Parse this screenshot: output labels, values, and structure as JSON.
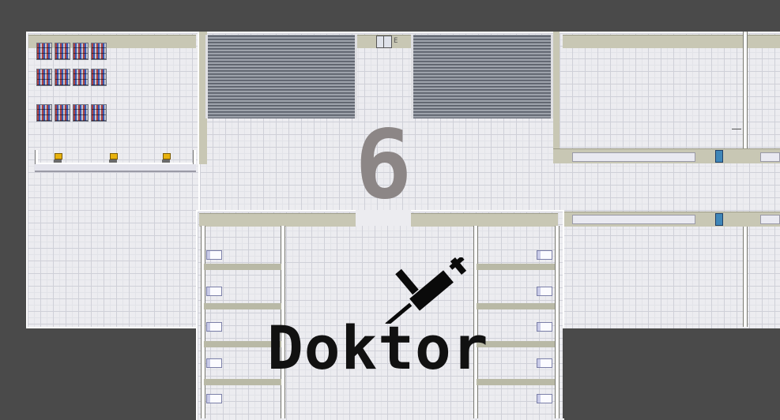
{
  "map": {
    "room_number": "6",
    "room_label": "Doktor",
    "door_sign": "E"
  },
  "icons": {
    "syringe": "syringe-icon",
    "bed": "hospital-bed-icon",
    "shelf": "medicine-shelf-icon",
    "npc": "nurse-npc-icon",
    "door": "door-icon"
  },
  "colors": {
    "background": "#4a4a4a",
    "floor": "#ececf0",
    "wall": "#c8c7b4",
    "label": "#111111",
    "room_number": "#8c8686"
  }
}
